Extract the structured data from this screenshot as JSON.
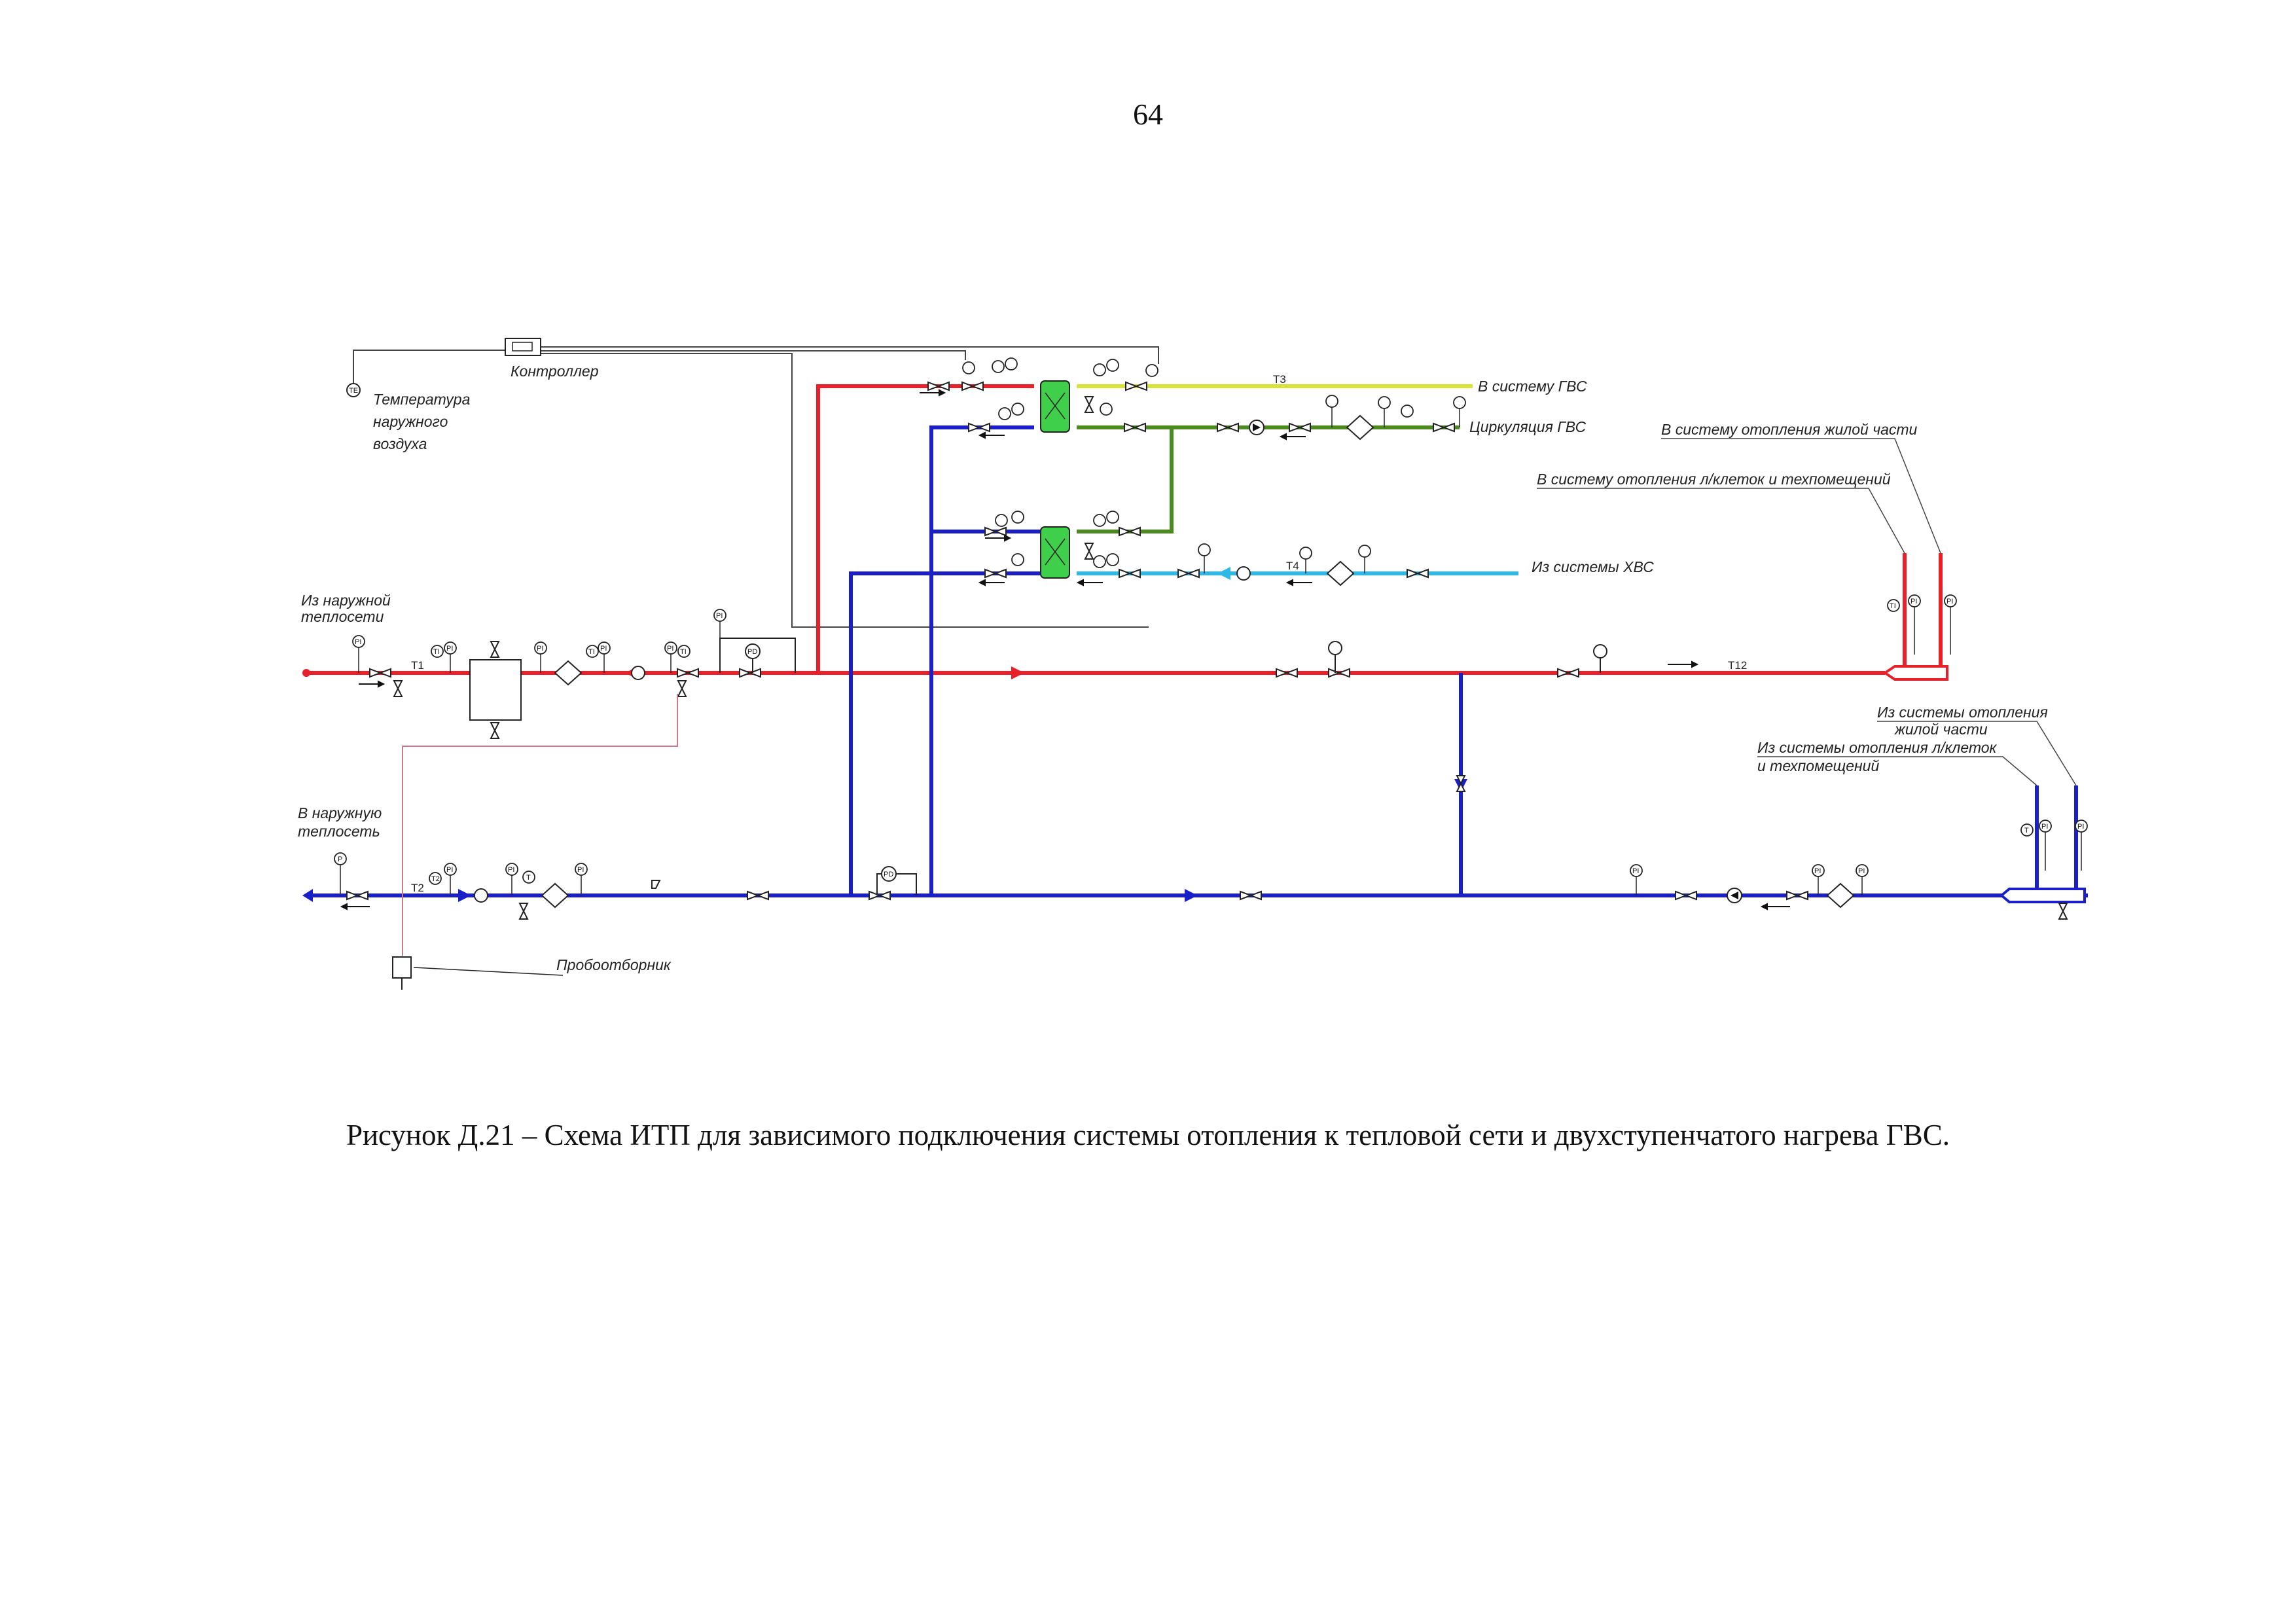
{
  "page_number": "64",
  "caption": "Рисунок Д.21 – Схема ИТП для зависимого подключения системы отопления к тепловой сети и двухступенчатого нагрева ГВС.",
  "labels": {
    "controller": "Контроллер",
    "outdoor_temp": [
      "Температура",
      "наружного",
      "воздуха"
    ],
    "te": "TE",
    "to_hws": "В систему ГВС",
    "hws_circulation": "Циркуляция ГВС",
    "from_cws": "Из системы ХВС",
    "from_network": [
      "Из наружной",
      "теплосети"
    ],
    "to_network": [
      "В наружную",
      "теплосеть"
    ],
    "to_heating_living": "В систему отопления жилой части",
    "to_heating_stairs": "В систему отопления л/клеток и техпомещений",
    "from_heating_living": [
      "Из системы отопления",
      "жилой части"
    ],
    "from_heating_stairs": [
      "Из системы отопления л/клеток",
      "и техпомещений"
    ],
    "sampler": "Пробоотборник",
    "t1": "T1",
    "t2": "T2",
    "t3": "T3",
    "t4": "T4",
    "t12": "T12",
    "pi": "PI",
    "ti": "TI",
    "t": "T",
    "p": "P",
    "pd": "PD"
  },
  "colors": {
    "supply": "#e8202a",
    "return": "#1a1fc8",
    "hot_water": "#d9e23a",
    "circulation": "#4a8a1e",
    "cold_water": "#2eb8e8",
    "exchanger": "#3fcf4a",
    "signal": "#444444",
    "sampling": "#c87a8a"
  }
}
